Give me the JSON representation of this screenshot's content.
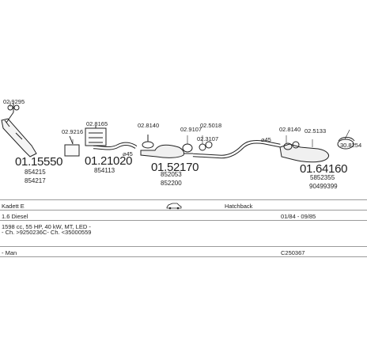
{
  "parts": [
    {
      "number": "01.15550",
      "refs": [
        "854215",
        "854217"
      ]
    },
    {
      "number": "01.21020",
      "refs": [
        "854113"
      ]
    },
    {
      "number": "01.52170",
      "refs": [
        "852053",
        "852200"
      ]
    },
    {
      "number": "01.64160",
      "refs": [
        "5852355",
        "90499399"
      ]
    }
  ],
  "small_labels": [
    "02.9295",
    "02.9216",
    "02.8165",
    "02.8140",
    "02.9107",
    "02.5018",
    "02.3107",
    "02.8140",
    "02.5133",
    "30.8254"
  ],
  "diameters": [
    "⌀45",
    "⌀45"
  ],
  "table": {
    "model": "Kadett E",
    "body": "Hatchback",
    "engine": "1.6 Diesel",
    "dates": "01/84 - 09/85",
    "spec": "1598 cc, 55 HP, 40 kW, MT, LED -",
    "chassis": "- Ch. >9250236C- Ch. <35000559",
    "category": "- Man",
    "code": "C250367"
  }
}
